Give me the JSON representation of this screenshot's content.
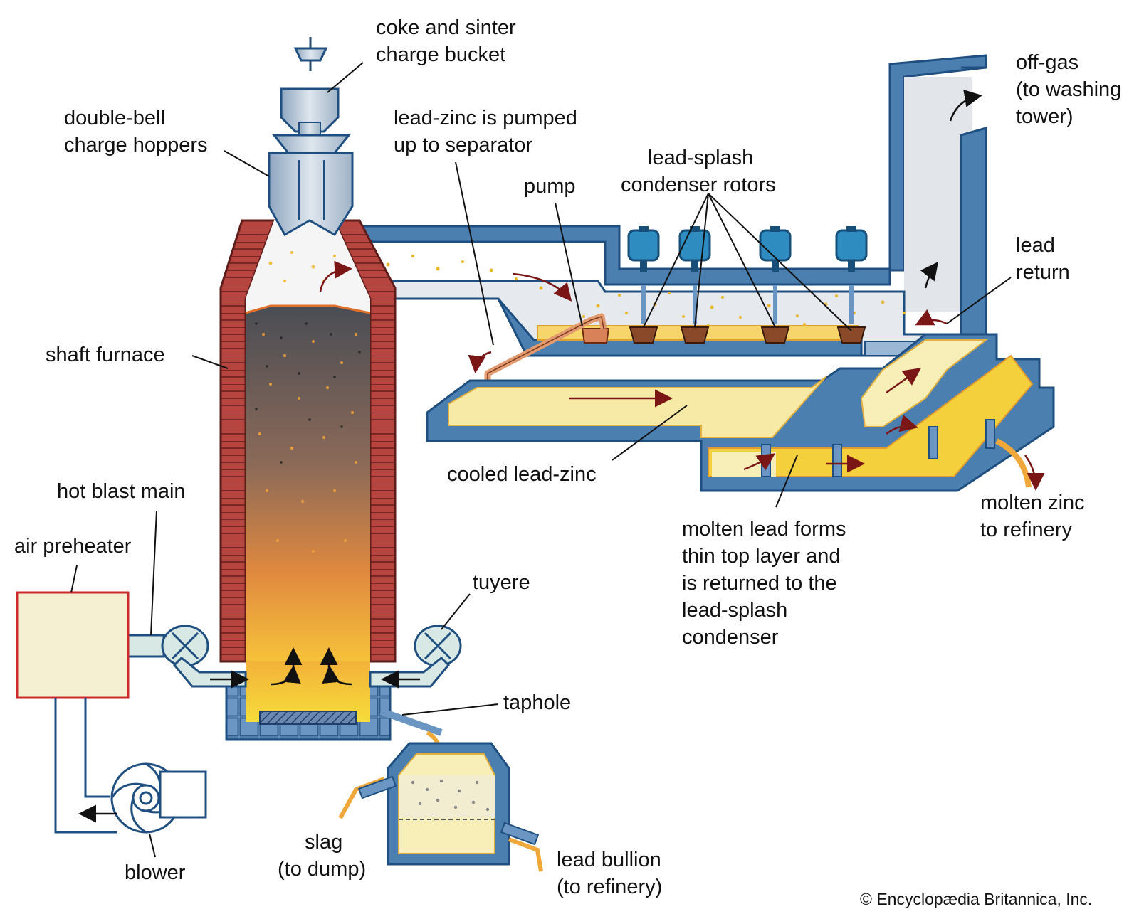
{
  "labels": {
    "coke_bucket": [
      "coke and sinter",
      "charge bucket"
    ],
    "hoppers": [
      "double-bell",
      "charge hoppers"
    ],
    "pumped": [
      "lead-zinc is pumped",
      "up to separator"
    ],
    "rotors": [
      "lead-splash",
      "condenser rotors"
    ],
    "pump": "pump",
    "offgas": [
      "off-gas",
      "(to washing",
      "tower)"
    ],
    "lead_return": [
      "lead",
      "return"
    ],
    "shaft_furnace": "shaft furnace",
    "cooled": "cooled lead-zinc",
    "hot_blast": "hot blast main",
    "air_preheater": "air preheater",
    "tuyere": "tuyere",
    "molten_zinc": [
      "molten zinc",
      "to refinery"
    ],
    "molten_lead": [
      "molten lead forms",
      "thin top layer and",
      "is returned to the",
      "lead-splash",
      "condenser"
    ],
    "taphole": "taphole",
    "slag": [
      "slag",
      "(to dump)"
    ],
    "blower": "blower",
    "lead_bullion": [
      "lead bullion",
      "(to refinery)"
    ]
  },
  "credit": "© Encyclopædia Britannica, Inc.",
  "colors": {
    "steel_blue": "#4a7fb0",
    "steel_light": "#9ab8d6",
    "brick": "#a23a36",
    "molten_yellow": "#f3d03c",
    "pale_yellow": "#f8efb8",
    "preheater_fill": "#f6f0d2",
    "preheater_border": "#cc2b2b",
    "rotor_blue": "#2e8cc0",
    "arrow_red": "#7a1616"
  }
}
